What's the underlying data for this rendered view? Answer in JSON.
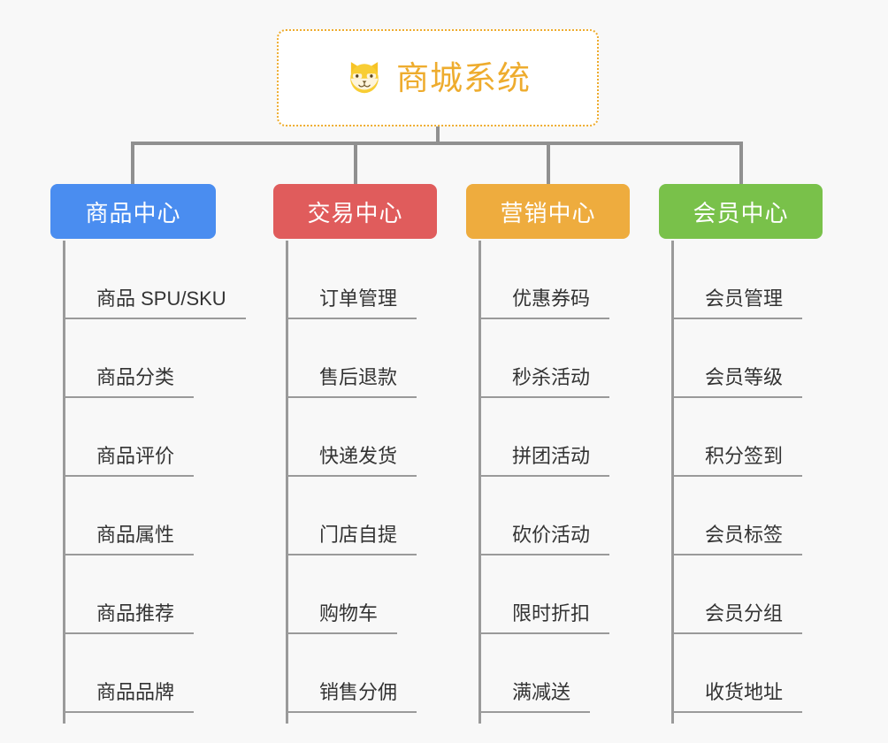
{
  "page": {
    "background_color": "#f8f8f8",
    "line_color": "#909090"
  },
  "root": {
    "title": "商城系统",
    "icon": "shiba-dog-icon",
    "accent_color": "#eeac2e",
    "border_style": "dotted",
    "background_color": "#ffffff"
  },
  "columns": [
    {
      "key": "product",
      "label": "商品中心",
      "color": "#4a8df0",
      "items": [
        "商品 SPU/SKU",
        "商品分类",
        "商品评价",
        "商品属性",
        "商品推荐",
        "商品品牌"
      ]
    },
    {
      "key": "trade",
      "label": "交易中心",
      "color": "#e05c5c",
      "items": [
        "订单管理",
        "售后退款",
        "快递发货",
        "门店自提",
        "购物车",
        "销售分佣"
      ]
    },
    {
      "key": "marketing",
      "label": "营销中心",
      "color": "#eeac3e",
      "items": [
        "优惠券码",
        "秒杀活动",
        "拼团活动",
        "砍价活动",
        "限时折扣",
        "满减送"
      ]
    },
    {
      "key": "member",
      "label": "会员中心",
      "color": "#79c14a",
      "items": [
        "会员管理",
        "会员等级",
        "积分签到",
        "会员标签",
        "会员分组",
        "收货地址"
      ]
    }
  ]
}
